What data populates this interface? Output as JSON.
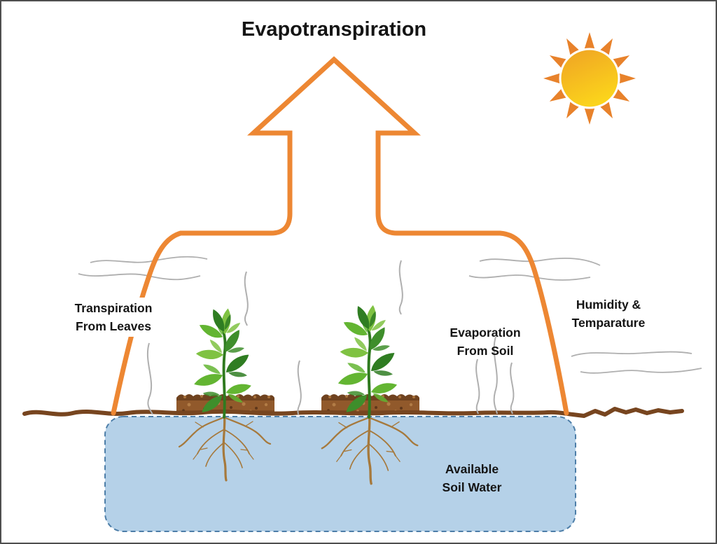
{
  "title": "Evapotranspiration",
  "labels": {
    "transpiration_line1": "Transpiration",
    "transpiration_line2": "From Leaves",
    "evaporation_line1": "Evaporation",
    "evaporation_line2": "From Soil",
    "humidity_line1": "Humidity &",
    "humidity_line2": "Temparature",
    "soil_water_line1": "Available",
    "soil_water_line2": "Soil Water"
  },
  "colors": {
    "arrow_orange": "#ED8733",
    "sun_ray": "#E8822B",
    "sun_gradient_top": "#EFA125",
    "sun_gradient_bottom": "#FBD41B",
    "ground_brown": "#77451F",
    "soil_brown": "#91592B",
    "soil_dark": "#6F421F",
    "water_fill": "#B5D1E8",
    "water_border": "#4D7EA8",
    "vapor_gray": "#AFAFAF",
    "leaf_green": "#63B532",
    "leaf_dark_green": "#2F7D22",
    "leaf_light_green": "#7FC242",
    "stem_green": "#2F7A1F",
    "root_tan": "#A6793C",
    "text_black": "#141414",
    "frame_border": "#4F4F4F"
  }
}
